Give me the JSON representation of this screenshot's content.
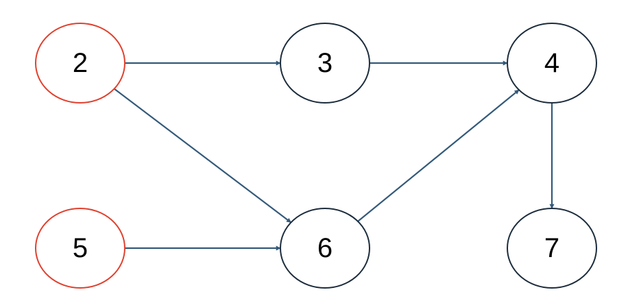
{
  "colors": {
    "source_node_stroke": "#e0402e",
    "node_stroke": "#1c2c3c",
    "edge": "#345a7a"
  },
  "nodes": [
    {
      "id": "2",
      "label": "2",
      "kind": "source"
    },
    {
      "id": "3",
      "label": "3",
      "kind": "normal"
    },
    {
      "id": "4",
      "label": "4",
      "kind": "normal"
    },
    {
      "id": "5",
      "label": "5",
      "kind": "source"
    },
    {
      "id": "6",
      "label": "6",
      "kind": "normal"
    },
    {
      "id": "7",
      "label": "7",
      "kind": "normal"
    }
  ],
  "edges": [
    {
      "from": "2",
      "to": "3"
    },
    {
      "from": "3",
      "to": "4"
    },
    {
      "from": "2",
      "to": "6"
    },
    {
      "from": "6",
      "to": "4"
    },
    {
      "from": "5",
      "to": "6"
    },
    {
      "from": "4",
      "to": "7"
    }
  ]
}
